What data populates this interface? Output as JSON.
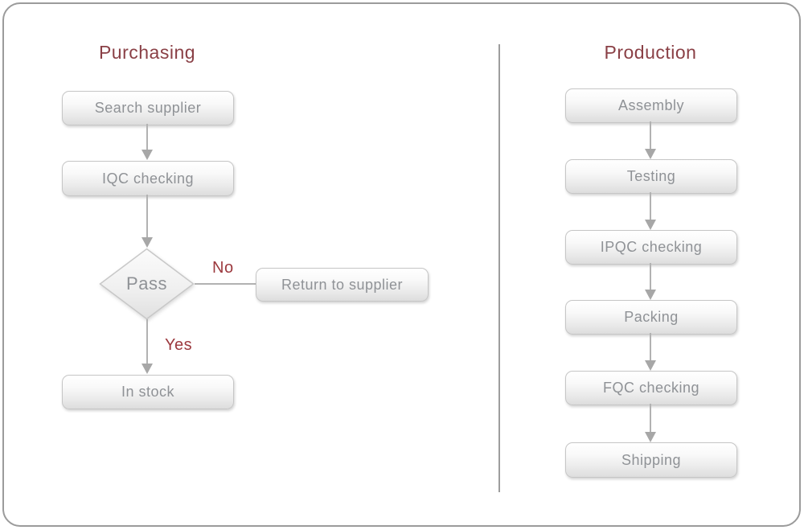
{
  "colors": {
    "section_title": "#8a4046",
    "edge_label": "#9c393e",
    "node_text": "#8f9296",
    "node_border": "#c6c6c6",
    "connector": "#b2b2b2",
    "frame_border": "#9b9b9b"
  },
  "purchasing": {
    "title": "Purchasing",
    "nodes": [
      {
        "id": "search-supplier",
        "type": "process",
        "label": "Search supplier"
      },
      {
        "id": "iqc-checking",
        "type": "process",
        "label": "IQC checking"
      },
      {
        "id": "pass",
        "type": "decision",
        "label": "Pass"
      },
      {
        "id": "return-to-supplier",
        "type": "process",
        "label": "Return to supplier"
      },
      {
        "id": "in-stock",
        "type": "process",
        "label": "In stock"
      }
    ],
    "edge_labels": {
      "no": "No",
      "yes": "Yes"
    }
  },
  "production": {
    "title": "Production",
    "steps": [
      "Assembly",
      "Testing",
      "IPQC checking",
      "Packing",
      "FQC checking",
      "Shipping"
    ]
  }
}
